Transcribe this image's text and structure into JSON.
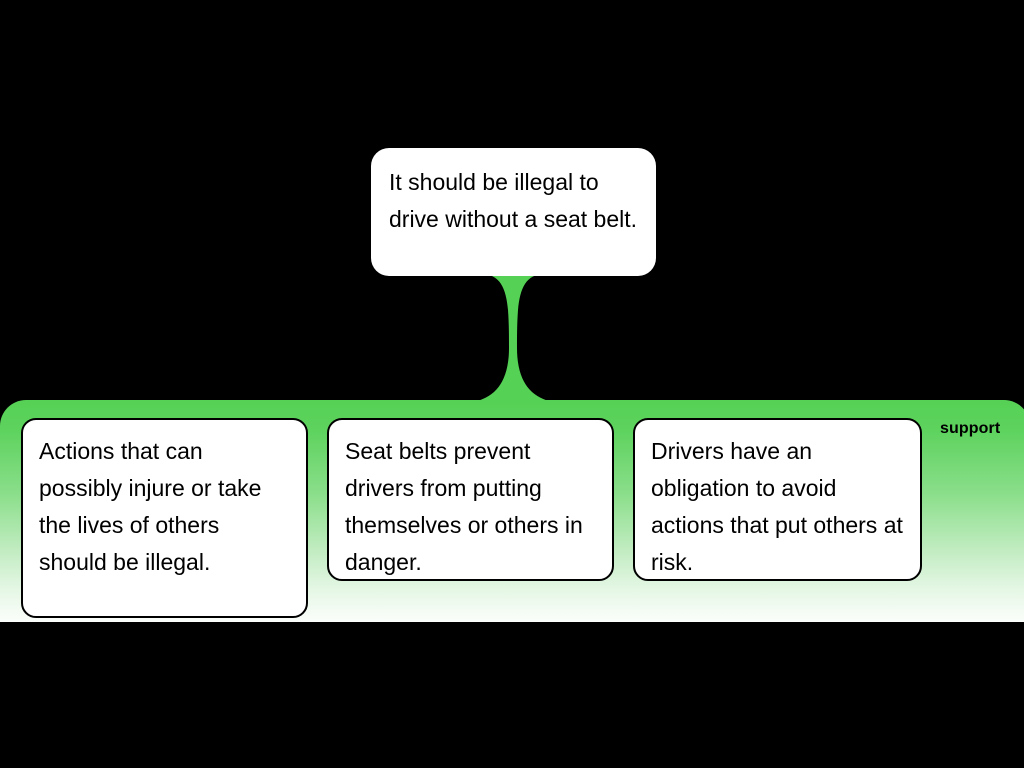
{
  "diagram": {
    "type": "argument-map",
    "background_color": "#000000",
    "claim": {
      "text": "It should be illegal to drive without a seat belt."
    },
    "relation": {
      "label": "support",
      "color": "#55d155"
    },
    "premises": [
      {
        "text": "Actions that can possibly injure or take the lives of others should be illegal."
      },
      {
        "text": "Seat belts prevent drivers from putting themselves or others in danger."
      },
      {
        "text": "Drivers have an obligation to avoid actions that put others at risk."
      }
    ]
  }
}
